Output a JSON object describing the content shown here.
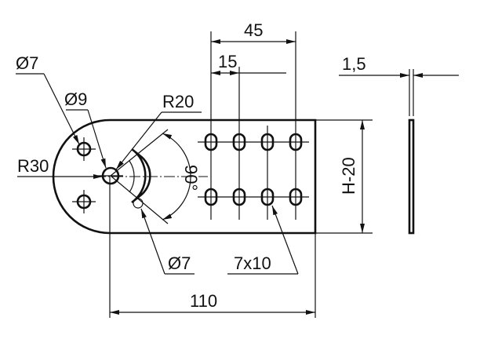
{
  "drawing": {
    "dimensions": {
      "dia7_top": "Ø7",
      "dia9": "Ø9",
      "r20": "R20",
      "r30": "R30",
      "d45": "45",
      "d15": "15",
      "d1_5": "1,5",
      "angle90": "90°",
      "h20": "H-20",
      "dia7_bottom": "Ø7",
      "slot": "7x10",
      "d110": "110"
    }
  }
}
